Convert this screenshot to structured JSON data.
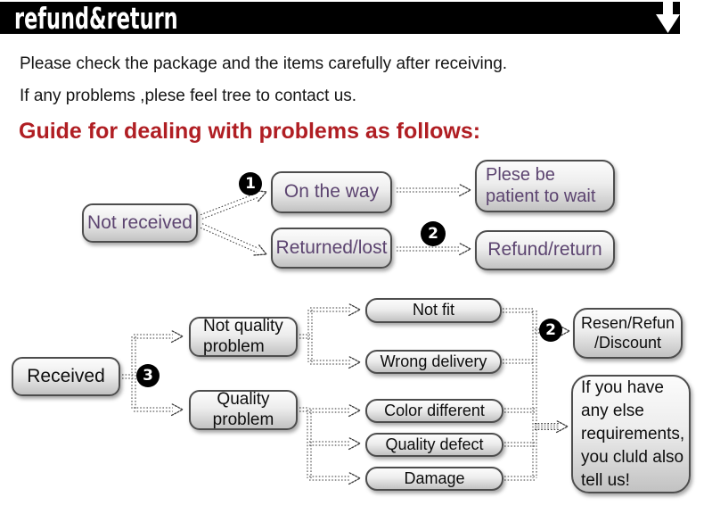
{
  "header": {
    "title": "refund&return"
  },
  "intro": {
    "line1": "Please check the package and the items carefully after receiving.",
    "line2": "If any problems ,plese feel tree to contact us.",
    "heading": "Guide for dealing with problems as follows:"
  },
  "colors": {
    "header_bg": "#000000",
    "heading_red": "#b01e23",
    "flow_text_purple": "#5c4470",
    "body_text": "#151515",
    "box_border": "#4d4d4d"
  },
  "flow_not_received": {
    "not_received": "Not received",
    "on_the_way": "On the way",
    "returned_lost": "Returned/lost",
    "please_wait": "Plese be\npatient to wait",
    "refund_return": "Refund/return"
  },
  "flow_received": {
    "received": "Received",
    "not_quality_problem": "Not quality\nproblem",
    "quality_problem": "Quality\nproblem",
    "not_fit": "Not fit",
    "wrong_delivery": "Wrong delivery",
    "color_different": "Color different",
    "quality_defect": "Quality defect",
    "damage": "Damage",
    "resend_refund_discount": "Resen/Refun\n/Discount",
    "other_requirements": "If you have\nany else\nrequirements,\nyou cluld also\ntell us!"
  },
  "badges": {
    "one": "1",
    "two": "2",
    "three": "3"
  }
}
